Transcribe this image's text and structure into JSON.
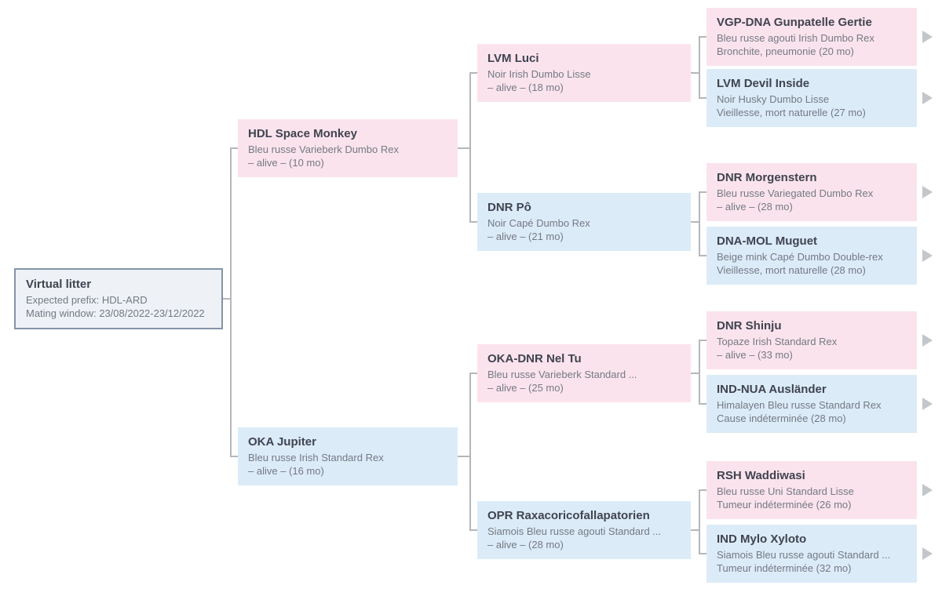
{
  "colors": {
    "female_bg": "#fbe3ed",
    "male_bg": "#dcebf8",
    "root_bg": "#eef1f6",
    "root_border": "#8494a8",
    "title_color": "#3f4450",
    "subtitle_color": "#737a83",
    "connector_color": "#b4b7ba",
    "arrow_color": "#c3c6ca"
  },
  "tree": {
    "root": {
      "title": "Virtual litter",
      "prefix_line": "Expected prefix: HDL-ARD",
      "window_line": "Mating window: 23/08/2022-23/12/2022"
    },
    "parents": [
      {
        "title": "HDL Space Monkey",
        "variety": "Bleu russe Varieberk Dumbo Rex",
        "status": "– alive – (10 mo)",
        "sex": "female"
      },
      {
        "title": "OKA Jupiter",
        "variety": "Bleu russe Irish Standard Rex",
        "status": "– alive – (16 mo)",
        "sex": "male"
      }
    ],
    "grandparents": [
      {
        "title": "LVM Luci",
        "variety": "Noir Irish Dumbo Lisse",
        "status": "– alive – (18 mo)",
        "sex": "female"
      },
      {
        "title": "DNR Pô",
        "variety": "Noir Capé Dumbo Rex",
        "status": "– alive – (21 mo)",
        "sex": "male"
      },
      {
        "title": "OKA-DNR Nel Tu",
        "variety": "Bleu russe Varieberk Standard ...",
        "status": "– alive – (25 mo)",
        "sex": "female"
      },
      {
        "title": "OPR Raxacoricofallapatorien",
        "variety": "Siamois Bleu russe agouti Standard ...",
        "status": "– alive – (28 mo)",
        "sex": "male"
      }
    ],
    "great_grandparents": [
      {
        "title": "VGP-DNA Gunpatelle Gertie",
        "variety": "Bleu russe agouti Irish Dumbo Rex",
        "status": "Bronchite, pneumonie (20 mo)",
        "sex": "female",
        "expandable": true
      },
      {
        "title": "LVM Devil Inside",
        "variety": "Noir Husky Dumbo Lisse",
        "status": "Vieillesse, mort naturelle (27 mo)",
        "sex": "male",
        "expandable": true
      },
      {
        "title": "DNR Morgenstern",
        "variety": "Bleu russe Variegated Dumbo Rex",
        "status": "– alive – (28 mo)",
        "sex": "female",
        "expandable": true
      },
      {
        "title": "DNA-MOL Muguet",
        "variety": "Beige mink Capé Dumbo Double-rex",
        "status": "Vieillesse, mort naturelle (28 mo)",
        "sex": "male",
        "expandable": true
      },
      {
        "title": "DNR Shinju",
        "variety": "Topaze Irish Standard Rex",
        "status": "– alive – (33 mo)",
        "sex": "female",
        "expandable": true
      },
      {
        "title": "IND-NUA Ausländer",
        "variety": "Himalayen Bleu russe Standard Rex",
        "status": "Cause indéterminée (28 mo)",
        "sex": "male",
        "expandable": true
      },
      {
        "title": "RSH Waddiwasi",
        "variety": "Bleu russe Uni Standard Lisse",
        "status": "Tumeur indéterminée (26 mo)",
        "sex": "female",
        "expandable": true
      },
      {
        "title": "IND Mylo Xyloto",
        "variety": "Siamois Bleu russe agouti Standard ...",
        "status": "Tumeur indéterminée (32 mo)",
        "sex": "male",
        "expandable": true
      }
    ],
    "edges": [
      {
        "parent": "root",
        "children": [
          "parent-0",
          "parent-1"
        ]
      },
      {
        "parent": "parent-0",
        "children": [
          "grandparent-0",
          "grandparent-1"
        ]
      },
      {
        "parent": "parent-1",
        "children": [
          "grandparent-2",
          "grandparent-3"
        ]
      },
      {
        "parent": "grandparent-0",
        "children": [
          "great-0",
          "great-1"
        ]
      },
      {
        "parent": "grandparent-1",
        "children": [
          "great-2",
          "great-3"
        ]
      },
      {
        "parent": "grandparent-2",
        "children": [
          "great-4",
          "great-5"
        ]
      },
      {
        "parent": "grandparent-3",
        "children": [
          "great-6",
          "great-7"
        ]
      }
    ]
  }
}
